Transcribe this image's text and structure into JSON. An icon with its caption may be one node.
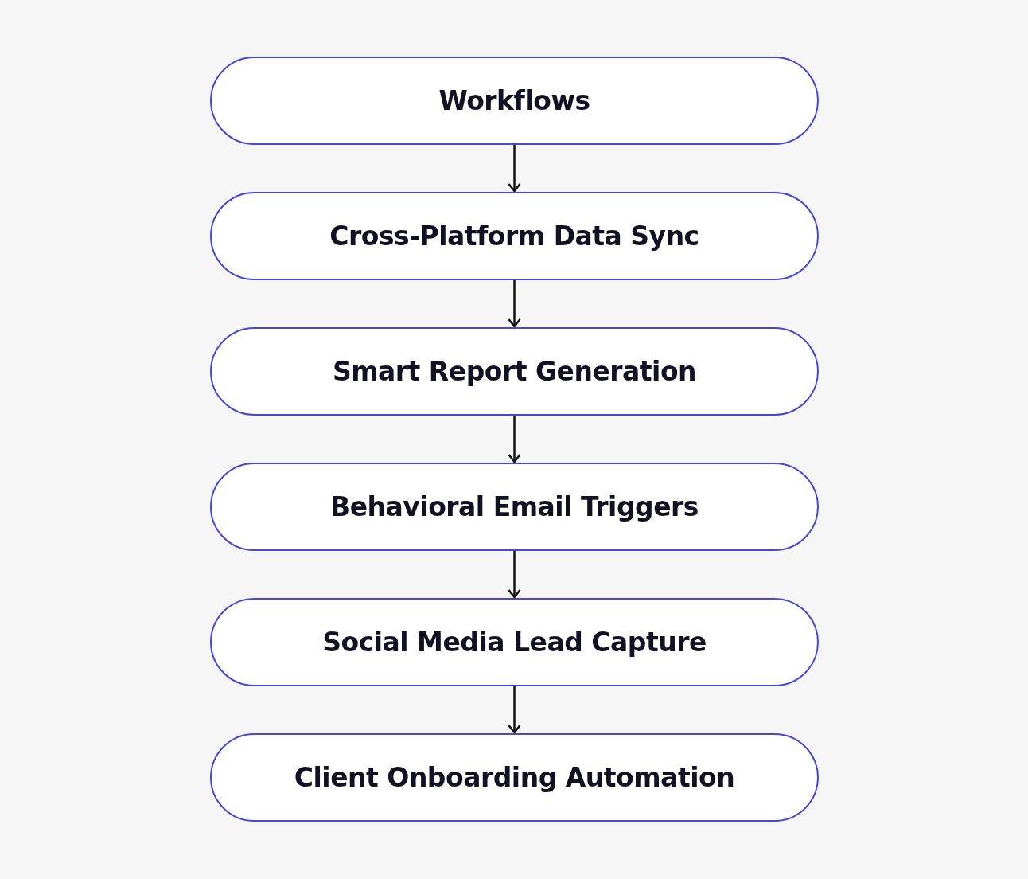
{
  "diagram": {
    "nodes": [
      {
        "text": [
          "Workflows"
        ]
      },
      {
        "text": [
          "Cross-Platform Data Sync"
        ]
      },
      {
        "text": [
          "Smart Report Generation"
        ]
      },
      {
        "text": [
          "Behavioral Email Triggers"
        ]
      },
      {
        "text": [
          "Social Media Lead Capture"
        ]
      },
      {
        "text": [
          "Client Onboarding Automation"
        ]
      }
    ],
    "edges": [
      {
        "from": 0,
        "to": 1,
        "arrow": "to"
      },
      {
        "from": 1,
        "to": 2,
        "arrow": "to"
      },
      {
        "from": 2,
        "to": 3,
        "arrow": "to"
      },
      {
        "from": 3,
        "to": 4,
        "arrow": "to"
      },
      {
        "from": 4,
        "to": 5,
        "arrow": "to"
      }
    ]
  }
}
